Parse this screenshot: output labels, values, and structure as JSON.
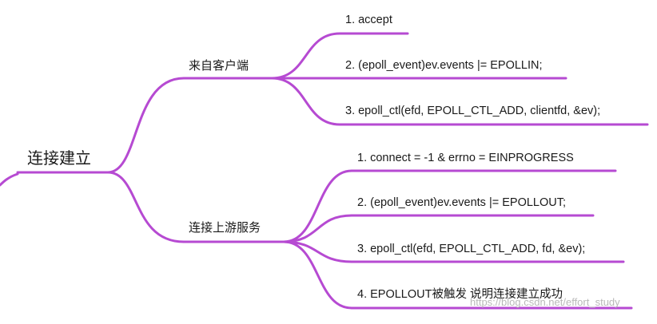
{
  "root": {
    "label": "连接建立"
  },
  "branches": [
    {
      "label": "来自客户端",
      "items": [
        "1. accept",
        "2. (epoll_event)ev.events |= EPOLLIN;",
        "3. epoll_ctl(efd, EPOLL_CTL_ADD, clientfd, &ev);"
      ]
    },
    {
      "label": "连接上游服务",
      "items": [
        "1. connect = -1 & errno = EINPROGRESS",
        "2. (epoll_event)ev.events |= EPOLLOUT;",
        "3. epoll_ctl(efd, EPOLL_CTL_ADD, fd, &ev);",
        "4. EPOLLOUT被触发 说明连接建立成功"
      ]
    }
  ],
  "watermark": "https://blog.csdn.net/effort_study",
  "colors": {
    "edge": "#b64ad2",
    "text": "#1a1a1a"
  }
}
